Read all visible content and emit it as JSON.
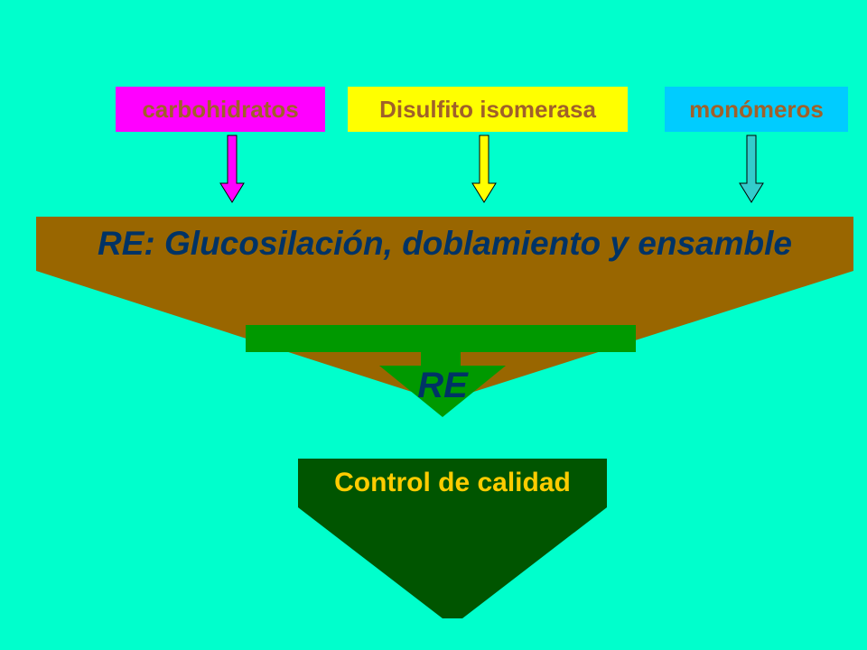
{
  "inputs": {
    "carbohidratos": "carbohidratos",
    "disulfito": "Disulfito isomerasa",
    "monomeros": "monómeros"
  },
  "er_stage": {
    "title": "RE: Glucosilación, doblamiento y ensamble",
    "short_label": "RE"
  },
  "quality_control": {
    "label": "Control de calidad"
  },
  "colors": {
    "background": "#00FFCC",
    "carbohidratos": "#FF00FF",
    "disulfito": "#FFFF00",
    "monomeros": "#00CCFF",
    "monomeros_arrow": "#33CCCC",
    "er_funnel": "#996600",
    "re_green": "#009900",
    "qc_funnel": "#005500",
    "qc_text": "#FFCC00",
    "dark_text": "#003366",
    "input_text": "#a0602a"
  }
}
